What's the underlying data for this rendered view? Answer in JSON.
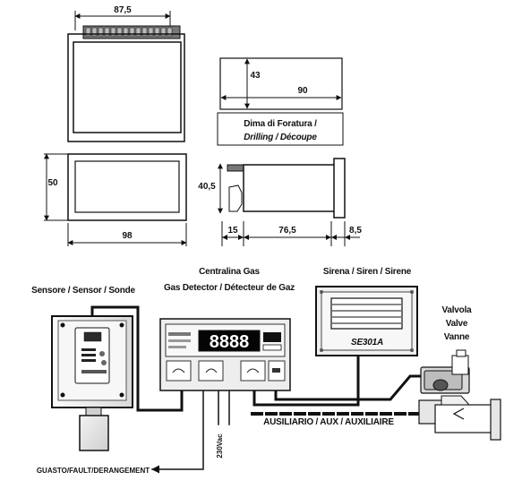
{
  "dimensions": {
    "front_width": "87,5",
    "cutout_height": "43",
    "cutout_width": "90",
    "front_panel_height": "50",
    "front_panel_width": "98",
    "side_height": "40,5",
    "side_depth_a": "15",
    "side_depth_b": "76,5",
    "side_depth_c": "8,5"
  },
  "drilling_template": {
    "line1": "Dima di Foratura /",
    "line2": "Drilling / Découpe"
  },
  "wiring": {
    "sensor_title": "Sensore / Sensor / Sonde",
    "detector_title_1": "Centralina Gas",
    "detector_title_2": "Gas Detector / Détecteur de Gaz",
    "siren_title": "Sirena / Siren / Sirene",
    "siren_model": "SE301A",
    "valve_title_1": "Valvola",
    "valve_title_2": "Valve",
    "valve_title_3": "Vanne",
    "power": "230Vac",
    "auxiliary": "AUSILIARIO / AUX / AUXILIAIRE",
    "fault": "GUASTO/FAULT/DERANGEMENT",
    "display": "8888"
  }
}
